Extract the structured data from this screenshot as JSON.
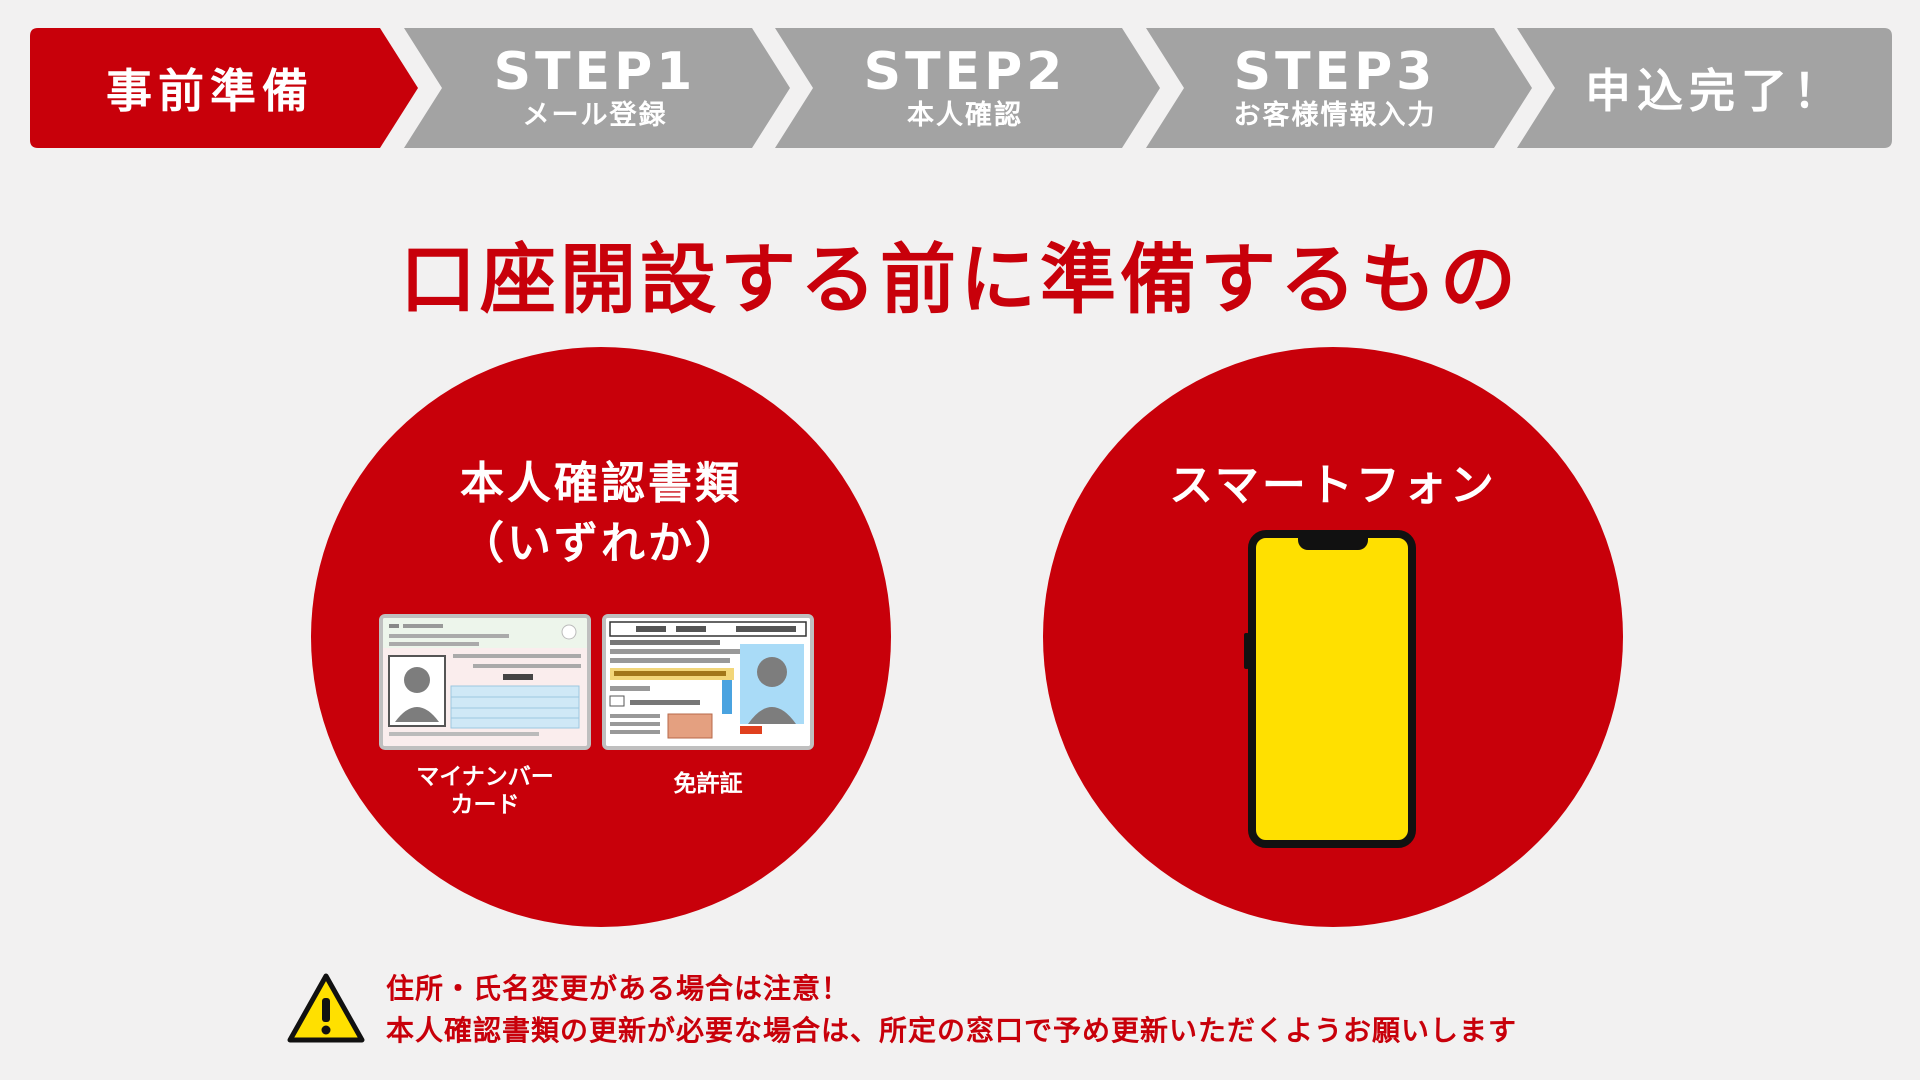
{
  "steps": [
    {
      "main": "事前準備",
      "sub": "",
      "state": "active"
    },
    {
      "main": "STEP1",
      "sub": "メール登録",
      "state": "inactive"
    },
    {
      "main": "STEP2",
      "sub": "本人確認",
      "state": "inactive"
    },
    {
      "main": "STEP3",
      "sub": "お客様情報入力",
      "state": "inactive"
    },
    {
      "main": "申込完了！",
      "sub": "",
      "state": "inactive"
    }
  ],
  "colors": {
    "active_step": "#c8000a",
    "inactive_step": "#a3a3a3",
    "accent_red": "#c8000a",
    "background": "#f2f1f1",
    "phone_screen": "#ffe000",
    "warning_yellow": "#ffe000"
  },
  "heading": "口座開設する前に準備するもの",
  "items": {
    "id_documents": {
      "title_line1": "本人確認書類",
      "title_line2": "（いずれか）",
      "cards": [
        {
          "label": "マイナンバーカード",
          "label_line1": "マイナンバー",
          "label_line2": "カード",
          "icon": "my-number-card-icon"
        },
        {
          "label": "免許証",
          "icon": "drivers-license-icon"
        }
      ]
    },
    "smartphone": {
      "title": "スマートフォン",
      "icon": "smartphone-icon"
    }
  },
  "warning": {
    "icon": "warning-triangle-icon",
    "line1": "住所・氏名変更がある場合は注意！",
    "line2": "本人確認書類の更新が必要な場合は、所定の窓口で予め更新いただくようお願いします"
  }
}
